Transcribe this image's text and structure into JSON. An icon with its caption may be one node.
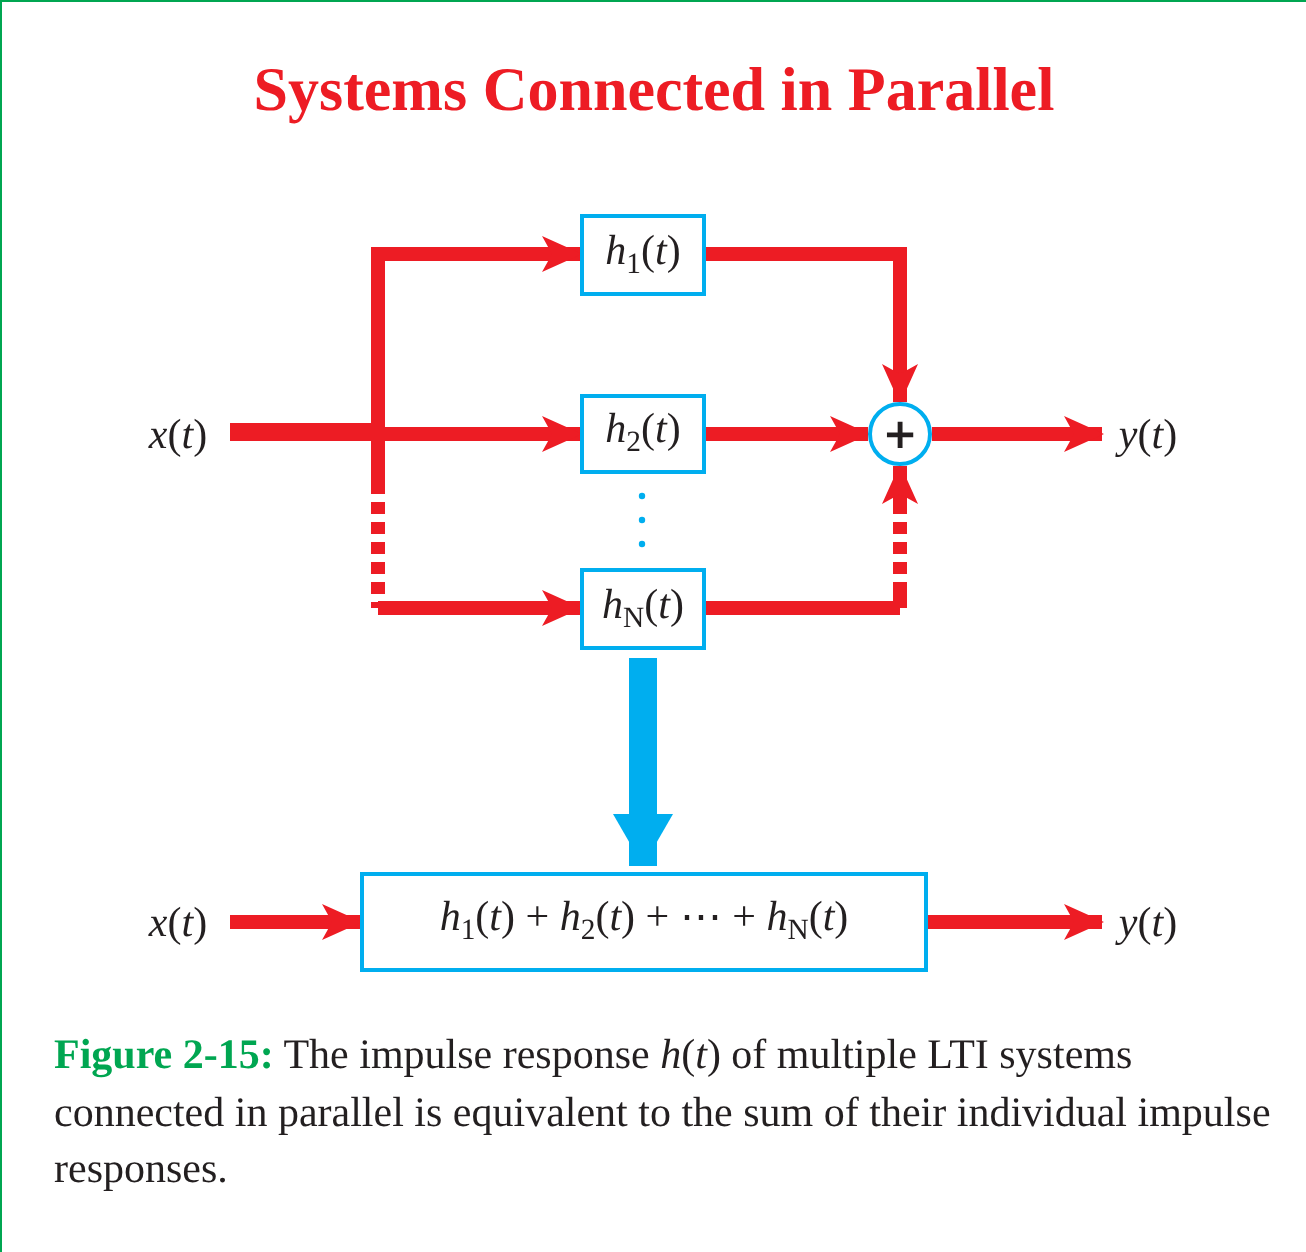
{
  "diagram": {
    "title": "Systems Connected in Parallel",
    "caption": "**Figure 2-15:** The impulse response *h*(*t*) of multiple LTI systems connected in parallel is equivalent to the sum of their individual impulse responses.",
    "nodes": [
      {
        "text": [
          "*x*(*t*)"
        ]
      },
      {
        "text": [
          "*h*$_{1}$(*t*)"
        ]
      },
      {
        "text": [
          "*h*$_{2}$(*t*)"
        ]
      },
      {
        "text": [
          "*h*$_{N}$(*t*)"
        ]
      },
      {
        "text": [
          "+"
        ]
      },
      {
        "text": [
          "*y*(*t*)"
        ]
      },
      {
        "text": [
          "*x*(*t*)"
        ]
      },
      {
        "text": [
          "*h*$_{1}$(*t*) + *h*$_{2}$(*t*) + ⋯ + *h*$_{N}$(*t*)"
        ]
      },
      {
        "text": [
          "*y*(*t*)"
        ]
      }
    ],
    "edges": [
      {
        "from": 0,
        "to": 1,
        "arrow": "to"
      },
      {
        "from": 0,
        "to": 2,
        "arrow": "to"
      },
      {
        "from": 0,
        "to": 3,
        "arrow": "to",
        "style": "dashed"
      },
      {
        "from": 1,
        "to": 4,
        "arrow": "to"
      },
      {
        "from": 2,
        "to": 4,
        "arrow": "to"
      },
      {
        "from": 3,
        "to": 4,
        "arrow": "to",
        "style": "dashed"
      },
      {
        "from": 4,
        "to": 5,
        "arrow": "to"
      },
      {
        "from": 3,
        "to": 7,
        "arrow": "to",
        "style": "thick",
        "color": "#00aeef"
      },
      {
        "from": 6,
        "to": 7,
        "arrow": "to"
      },
      {
        "from": 7,
        "to": 8,
        "arrow": "to"
      }
    ]
  }
}
